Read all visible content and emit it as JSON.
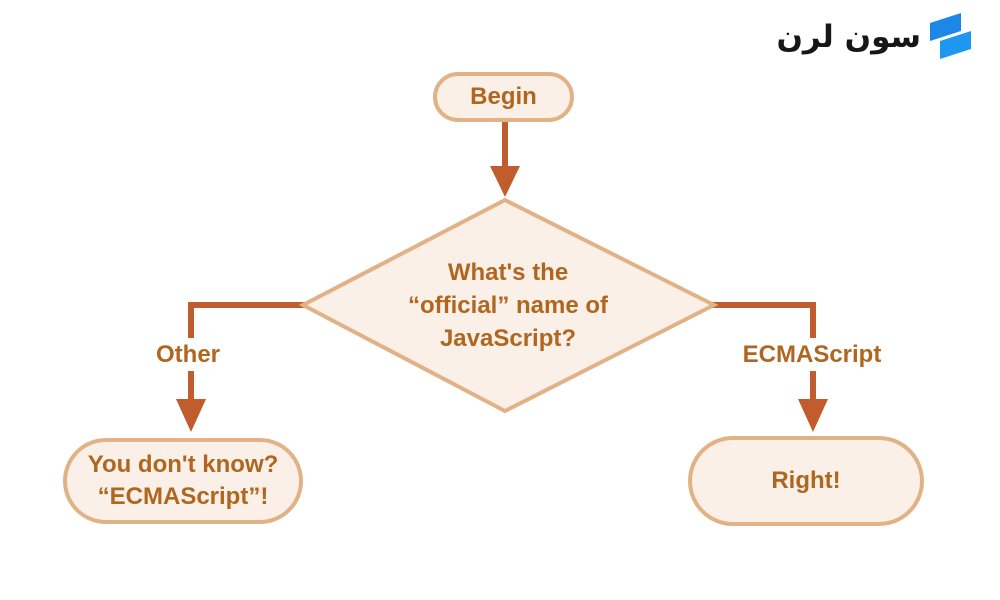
{
  "page": {
    "background": "#ffffff"
  },
  "palette": {
    "node_fill": "#faf0e8",
    "node_border": "#e2b287",
    "connector": "#c15c2d",
    "text": "#b0661f"
  },
  "logo": {
    "text": "سون لرن",
    "icon_color_top": "#1b87e6",
    "icon_color_bottom": "#1e97f1",
    "text_color": "#161616"
  },
  "flowchart": {
    "type": "flowchart",
    "start": {
      "label": "Begin"
    },
    "decision": {
      "lines": [
        "What's the",
        "“official” name of",
        "JavaScript?"
      ]
    },
    "branches": [
      {
        "label": "Other",
        "result_lines": [
          "You don't know?",
          "“ECMAScript”!"
        ]
      },
      {
        "label": "ECMAScript",
        "result": "Right!"
      }
    ]
  }
}
